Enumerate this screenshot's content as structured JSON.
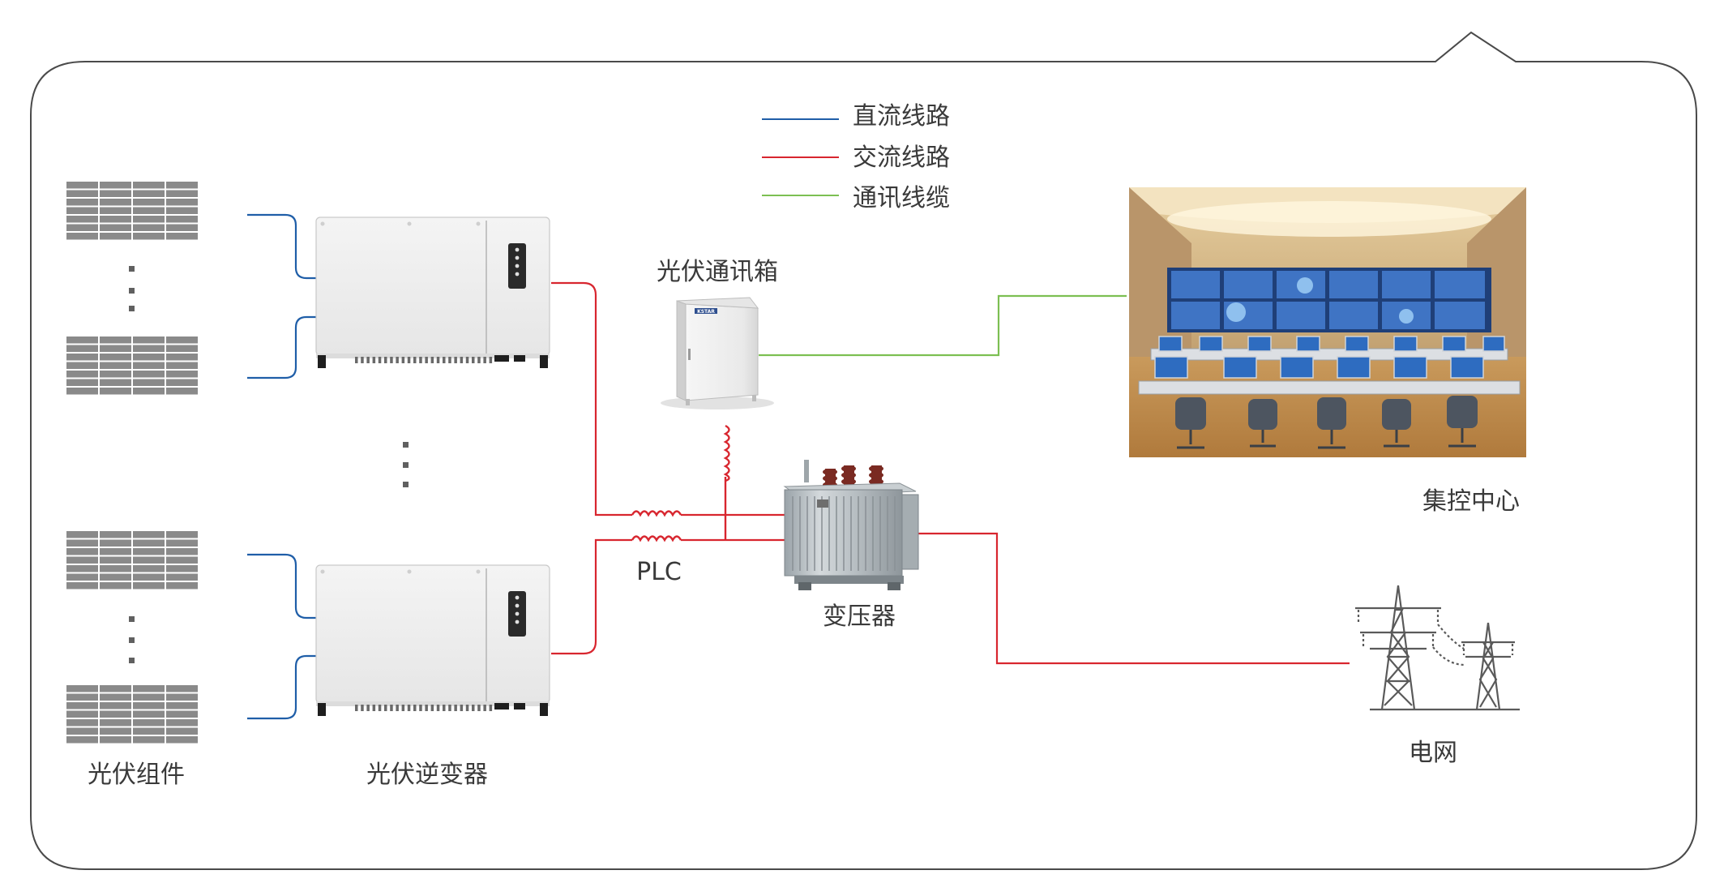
{
  "legend": {
    "items": [
      {
        "label": "直流线路",
        "color": "#1f5ea8"
      },
      {
        "label": "交流线路",
        "color": "#d8262f"
      },
      {
        "label": "通讯线缆",
        "color": "#7cbf52"
      }
    ]
  },
  "nodes": {
    "pv_modules": "光伏组件",
    "inverters": "光伏逆变器",
    "comm_box": "光伏通讯箱",
    "plc": "PLC",
    "transformer": "变压器",
    "control_center": "集控中心",
    "grid": "电网"
  },
  "device_brand": "KSTAR",
  "colors": {
    "dc_line": "#1f5ea8",
    "ac_line": "#d8262f",
    "comm_line": "#7cbf52",
    "frame": "#4a4a4a",
    "panel": "#8a8a8a"
  }
}
